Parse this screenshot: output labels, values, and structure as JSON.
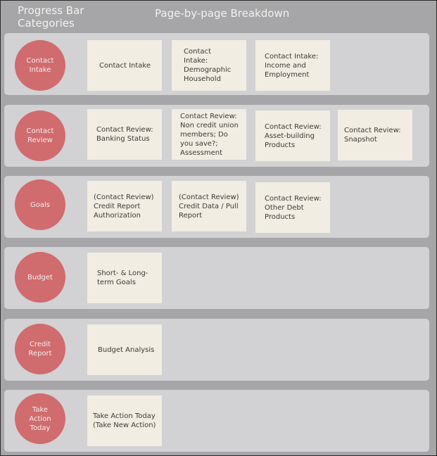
{
  "header": {
    "left_line1": "Progress Bar",
    "left_line2": "Categories",
    "right": "Page-by-page Breakdown"
  },
  "rows": [
    {
      "category": [
        "Contact",
        "Intake"
      ],
      "pages": [
        [
          "Contact Intake"
        ],
        [
          "Contact",
          "Intake:",
          "Demographic",
          "Household"
        ],
        [
          "Contact Intake:",
          "Income and",
          "Employment"
        ]
      ]
    },
    {
      "category": [
        "Contact",
        "Review"
      ],
      "pages": [
        [
          "Contact Review:",
          "Banking Status"
        ],
        [
          "Contact Review:",
          "Non credit union",
          "members; Do",
          "you save?;",
          "Assessment"
        ],
        [
          "Contact Review:",
          "Asset-building",
          "Products"
        ],
        [
          "Contact Review:",
          "Snapshot"
        ]
      ]
    },
    {
      "category": [
        "Goals"
      ],
      "pages": [
        [
          "(Contact Review)",
          "Credit Report",
          "Authorization"
        ],
        [
          "(Contact Review)",
          "Credit Data / Pull",
          "Report"
        ],
        [
          "Contact Review:",
          "Other Debt",
          "Products"
        ]
      ]
    },
    {
      "category": [
        "Budget"
      ],
      "pages": [
        [
          "Short- & Long-",
          "term Goals"
        ]
      ]
    },
    {
      "category": [
        "Credit",
        "Report"
      ],
      "pages": [
        [
          "Budget Analysis"
        ]
      ]
    },
    {
      "category": [
        "Take",
        "Action",
        "Today"
      ],
      "pages": [
        [
          "Take Action Today",
          "(Take New Action)"
        ]
      ]
    }
  ]
}
